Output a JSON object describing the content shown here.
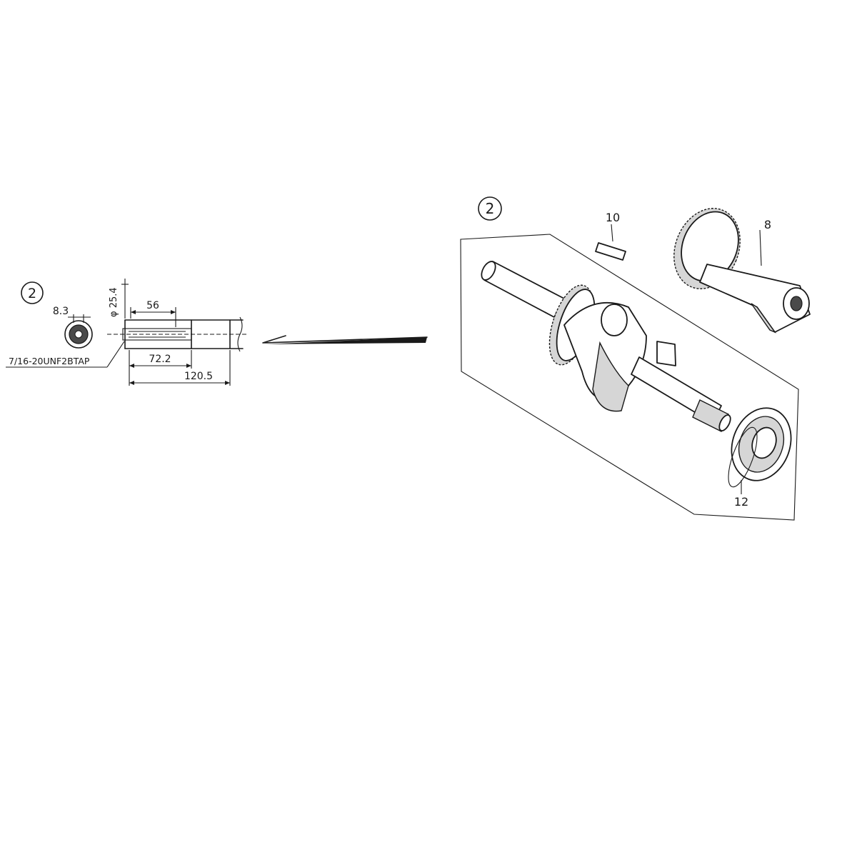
{
  "detail": {
    "callout": "2",
    "dim_bore": "8.3",
    "dim_shaft_dia": "φ 25.4",
    "dim_keyway": "56",
    "dim_step": "72.2",
    "dim_total": "120.5",
    "thread_note": "7/16-20UNF2BTAP"
  },
  "exploded": {
    "callout": "2",
    "part_key": "10",
    "part_gear": "8",
    "part_bearing": "12"
  }
}
